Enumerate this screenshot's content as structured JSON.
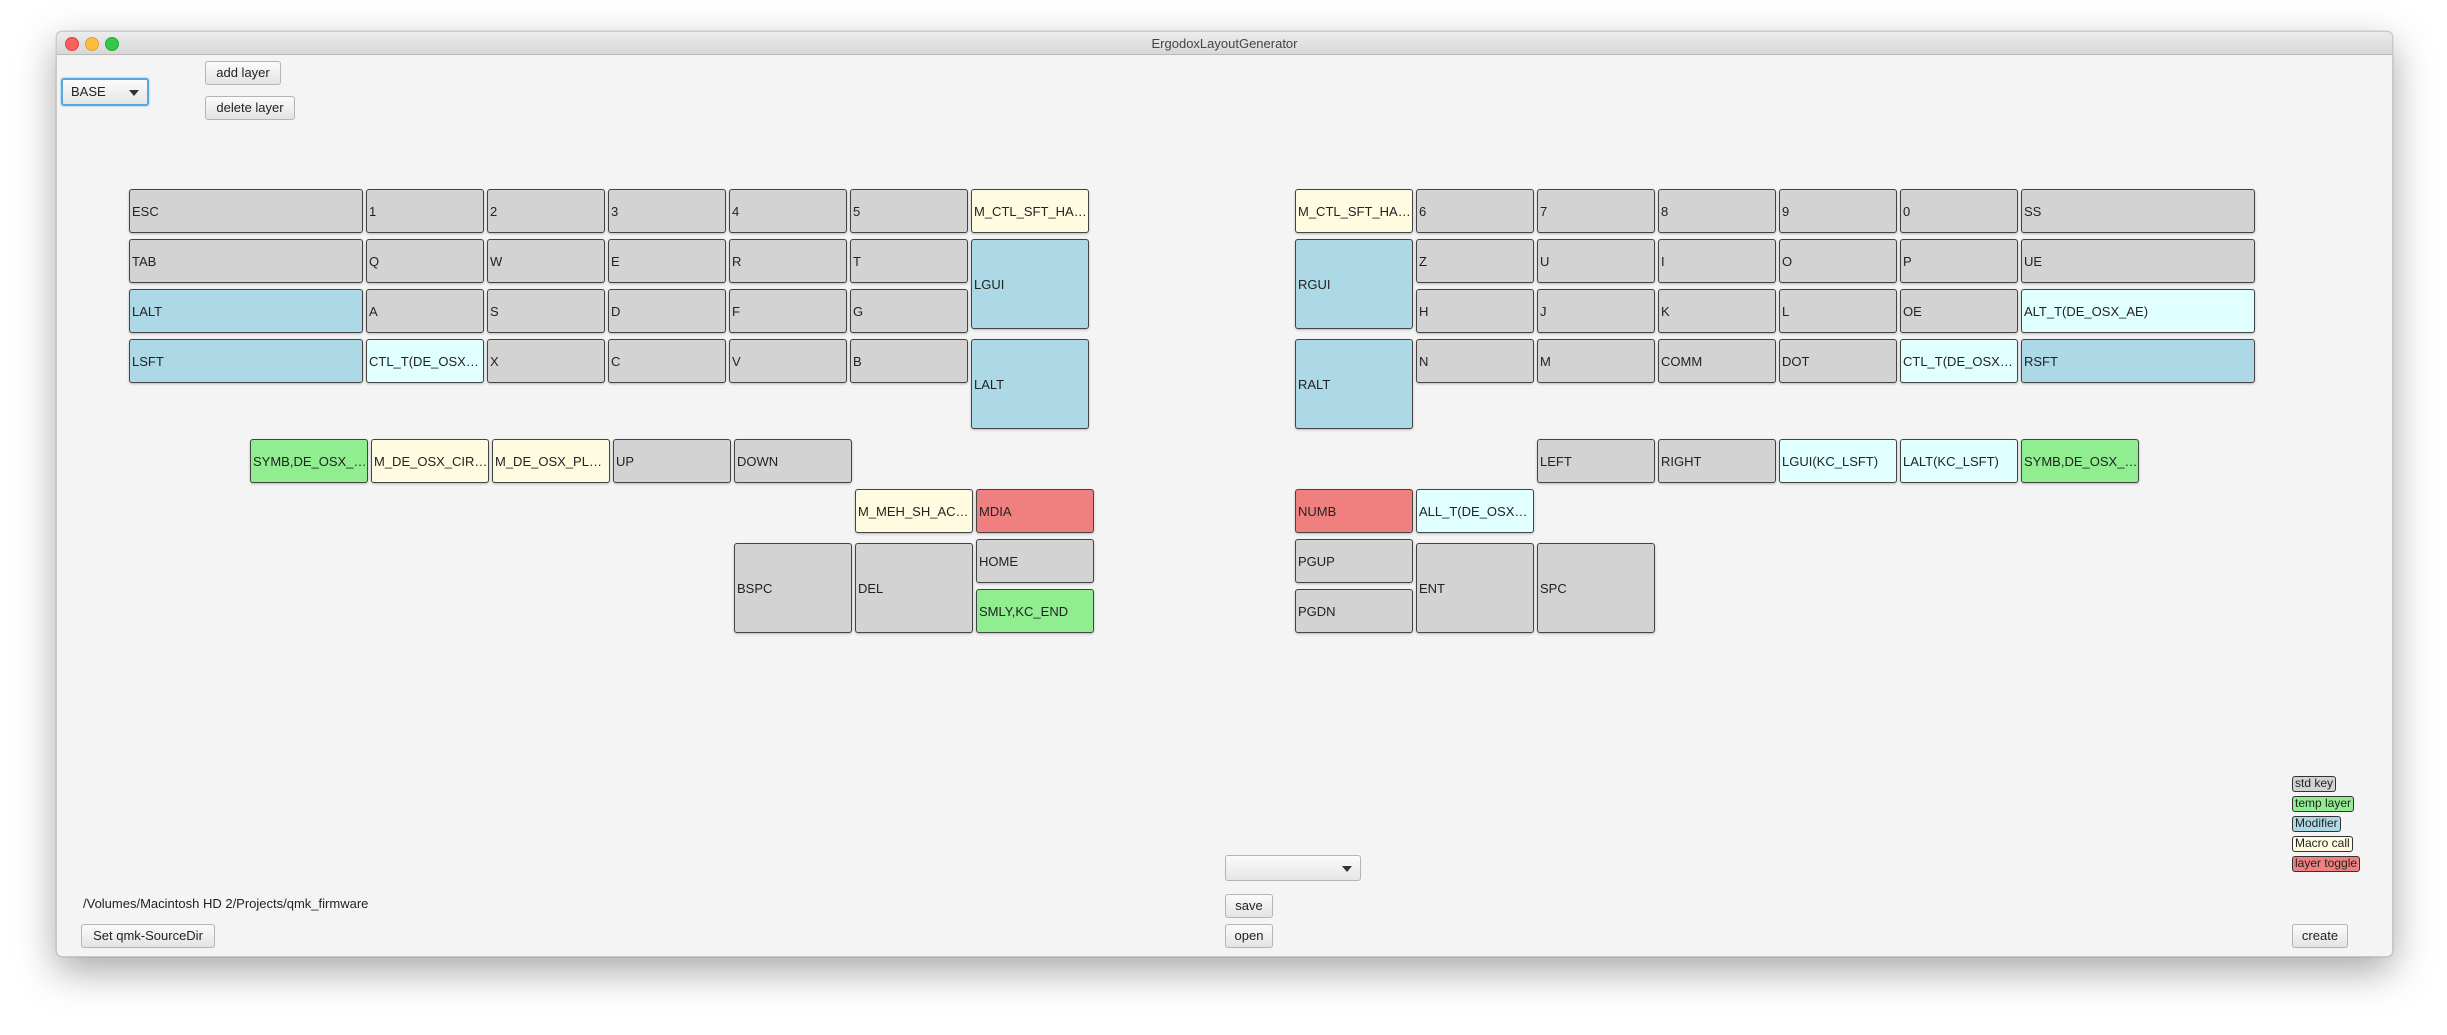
{
  "window": {
    "title": "ErgodoxLayoutGenerator"
  },
  "layer_select": {
    "value": "BASE"
  },
  "buttons": {
    "add_layer": "add layer",
    "delete_layer": "delete layer",
    "save": "save",
    "open": "open",
    "set_source": "Set qmk-SourceDir",
    "create": "create"
  },
  "file_select": {
    "value": ""
  },
  "source_path": "/Volumes/Macintosh HD 2/Projects/qmk_firmware",
  "legend": {
    "std": "std key",
    "temp": "temp layer",
    "modifier": "Modifier",
    "macro": "Macro call",
    "toggle": "layer toggle"
  },
  "colors": {
    "std": "#d3d3d3",
    "modifier": "#add8e6",
    "macro": "#fffbe0",
    "temp": "#90ee90",
    "toggle": "#f08080",
    "mod_tap": "#e0ffff"
  },
  "left": {
    "row1": [
      "ESC",
      "1",
      "2",
      "3",
      "4",
      "5",
      "M_CTL_SFT_HASH"
    ],
    "row2": [
      "TAB",
      "Q",
      "W",
      "E",
      "R",
      "T",
      "LGUI"
    ],
    "row3": [
      "LALT",
      "A",
      "S",
      "D",
      "F",
      "G"
    ],
    "row4": [
      "LSFT",
      "CTL_T(DE_OSX_Y)",
      "X",
      "C",
      "V",
      "B",
      "LALT"
    ],
    "bottom": [
      "SYMB,DE_OSX_L...",
      "M_DE_OSX_CIRC_...",
      "M_DE_OSX_PLUS...",
      "UP",
      "DOWN"
    ],
    "thumb": [
      "M_MEH_SH_ACUT",
      "MDIA",
      "HOME",
      "BSPC",
      "DEL",
      "SMLY,KC_END"
    ]
  },
  "right": {
    "row1": [
      "M_CTL_SFT_HASH",
      "6",
      "7",
      "8",
      "9",
      "0",
      "SS"
    ],
    "row2": [
      "RGUI",
      "Z",
      "U",
      "I",
      "O",
      "P",
      "UE"
    ],
    "row3": [
      "H",
      "J",
      "K",
      "L",
      "OE",
      "ALT_T(DE_OSX_AE)"
    ],
    "row4": [
      "RALT",
      "N",
      "M",
      "COMM",
      "DOT",
      "CTL_T(DE_OSX_...",
      "RSFT"
    ],
    "bottom": [
      "LEFT",
      "RIGHT",
      "LGUI(KC_LSFT)",
      "LALT(KC_LSFT)",
      "SYMB,DE_OSX_P..."
    ],
    "thumb": [
      "NUMB",
      "ALL_T(DE_OSX_A...",
      "PGUP",
      "PGDN",
      "ENT",
      "SPC"
    ]
  }
}
